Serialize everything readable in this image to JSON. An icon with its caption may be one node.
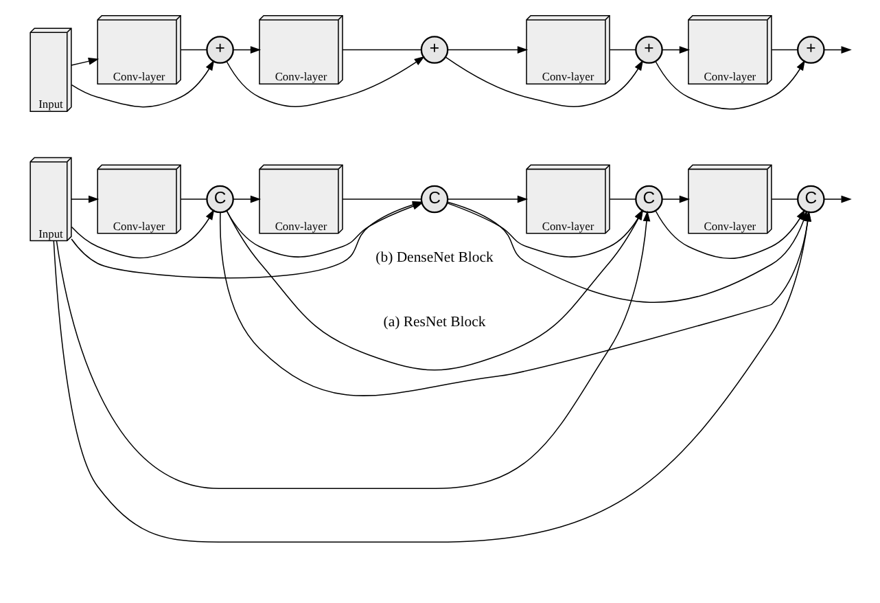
{
  "diagram": {
    "nodes": [
      {
        "text": [
          "Input"
        ]
      },
      {
        "text": [
          "Conv-layer"
        ]
      },
      {
        "text": [
          "+"
        ]
      },
      {
        "text": [
          "Conv-layer"
        ]
      },
      {
        "text": [
          "+"
        ]
      },
      {
        "text": [
          "Conv-layer"
        ]
      },
      {
        "text": [
          "+"
        ]
      },
      {
        "text": [
          "Conv-layer"
        ]
      },
      {
        "text": [
          "+"
        ]
      },
      {
        "text": [
          "Input"
        ]
      },
      {
        "text": [
          "Conv-layer"
        ]
      },
      {
        "text": [
          "C"
        ]
      },
      {
        "text": [
          "Conv-layer"
        ]
      },
      {
        "text": [
          "C"
        ]
      },
      {
        "text": [
          "Conv-layer"
        ]
      },
      {
        "text": [
          "C"
        ]
      },
      {
        "text": [
          "Conv-layer"
        ]
      },
      {
        "text": [
          "C"
        ]
      }
    ],
    "edges": [
      {
        "from": 0,
        "to": 1,
        "arrow": "to"
      },
      {
        "from": 0,
        "to": 2,
        "arrow": "to"
      },
      {
        "from": 1,
        "to": 2,
        "arrow": "none"
      },
      {
        "from": 2,
        "to": 3,
        "arrow": "to"
      },
      {
        "from": 2,
        "to": 4,
        "arrow": "to"
      },
      {
        "from": 3,
        "to": 4,
        "arrow": "none"
      },
      {
        "from": 4,
        "to": 5,
        "arrow": "to"
      },
      {
        "from": 4,
        "to": 6,
        "arrow": "to"
      },
      {
        "from": 5,
        "to": 6,
        "arrow": "none"
      },
      {
        "from": 6,
        "to": 7,
        "arrow": "to"
      },
      {
        "from": 6,
        "to": 8,
        "arrow": "to"
      },
      {
        "from": 7,
        "to": 8,
        "arrow": "none"
      },
      {
        "from": 8,
        "to": null,
        "arrow": "to"
      },
      {
        "from": 9,
        "to": 10,
        "arrow": "to"
      },
      {
        "from": 9,
        "to": 11,
        "arrow": "to"
      },
      {
        "from": 9,
        "to": 13,
        "arrow": "to"
      },
      {
        "from": 9,
        "to": 15,
        "arrow": "to"
      },
      {
        "from": 9,
        "to": 17,
        "arrow": "to"
      },
      {
        "from": 10,
        "to": 11,
        "arrow": "none"
      },
      {
        "from": 11,
        "to": 12,
        "arrow": "to"
      },
      {
        "from": 11,
        "to": 13,
        "arrow": "to"
      },
      {
        "from": 11,
        "to": 15,
        "arrow": "to"
      },
      {
        "from": 11,
        "to": 17,
        "arrow": "to"
      },
      {
        "from": 12,
        "to": 13,
        "arrow": "none"
      },
      {
        "from": 13,
        "to": 14,
        "arrow": "to"
      },
      {
        "from": 13,
        "to": 15,
        "arrow": "to"
      },
      {
        "from": 13,
        "to": 17,
        "arrow": "to"
      },
      {
        "from": 14,
        "to": 15,
        "arrow": "none"
      },
      {
        "from": 15,
        "to": 16,
        "arrow": "to"
      },
      {
        "from": 15,
        "to": 17,
        "arrow": "to"
      },
      {
        "from": 16,
        "to": 17,
        "arrow": "none"
      },
      {
        "from": 17,
        "to": null,
        "arrow": "to"
      }
    ],
    "labels": [
      "(a) ResNet Block",
      "(b) DenseNet Block"
    ]
  }
}
